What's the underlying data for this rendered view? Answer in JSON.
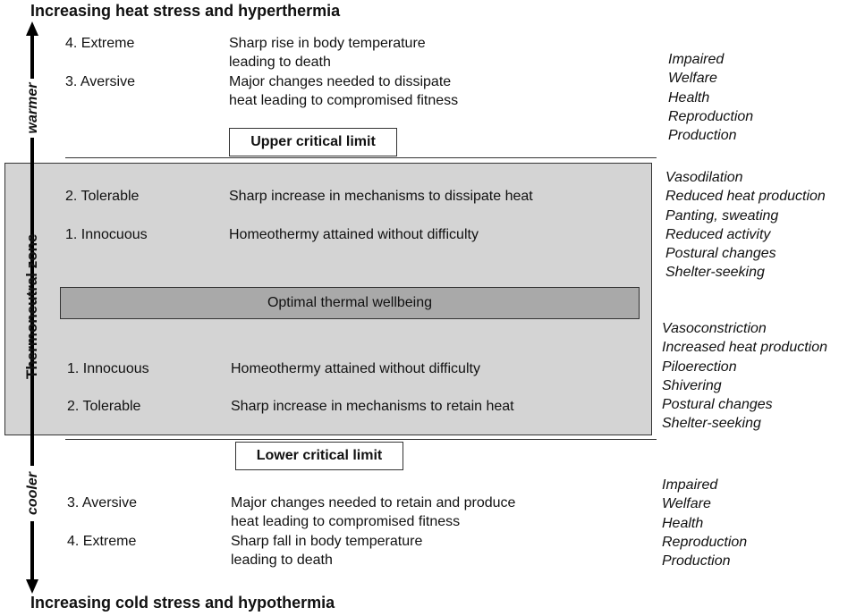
{
  "top_heading": "Increasing heat stress and hyperthermia",
  "bottom_heading": "Increasing cold stress and hypothermia",
  "arrow_labels": {
    "warmer": "warmer",
    "cooler": "cooler"
  },
  "zone_label": "Thermoneutral zone",
  "optimal_label": "Optimal thermal wellbeing",
  "upper_limit": "Upper critical limit",
  "lower_limit": "Lower critical limit",
  "warm_rows": {
    "extreme": {
      "level": "4. Extreme",
      "desc1": "Sharp rise in body temperature",
      "desc2": "leading to death"
    },
    "aversive": {
      "level": "3. Aversive",
      "desc1": "Major changes needed to dissipate",
      "desc2": "heat leading to compromised fitness"
    },
    "tolerable": {
      "level": "2. Tolerable",
      "desc1": "Sharp increase in mechanisms to dissipate heat"
    },
    "innocuous": {
      "level": "1. Innocuous",
      "desc1": "Homeothermy attained without difficulty"
    }
  },
  "cool_rows": {
    "innocuous": {
      "level": "1. Innocuous",
      "desc1": "Homeothermy attained without difficulty"
    },
    "tolerable": {
      "level": "2. Tolerable",
      "desc1": "Sharp increase in mechanisms to retain heat"
    },
    "aversive": {
      "level": "3. Aversive",
      "desc1": "Major changes needed to retain and produce",
      "desc2": "heat leading to compromised fitness"
    },
    "extreme": {
      "level": "4. Extreme",
      "desc1": "Sharp fall in body temperature",
      "desc2": "leading to death"
    }
  },
  "impacts_top": [
    "Impaired",
    "Welfare",
    "Health",
    "Reproduction",
    "Production"
  ],
  "heat_responses": [
    "Vasodilation",
    "Reduced heat production",
    "Panting, sweating",
    "Reduced activity",
    "Postural changes",
    "Shelter-seeking"
  ],
  "cold_responses": [
    "Vasoconstriction",
    "Increased heat production",
    "Piloerection",
    "Shivering",
    "Postural changes",
    "Shelter-seeking"
  ],
  "impacts_bottom": [
    "Impaired",
    "Welfare",
    "Health",
    "Reproduction",
    "Production"
  ]
}
